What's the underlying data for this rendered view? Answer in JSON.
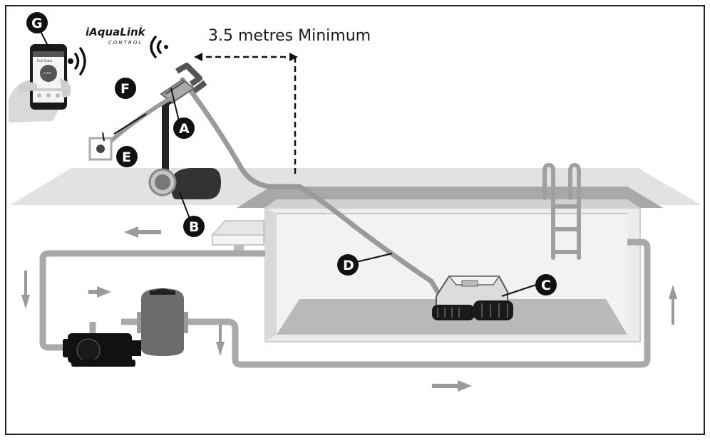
{
  "distance_label": "3.5 metres Minimum",
  "brand": {
    "name": "iAquaLink",
    "trademark": "™",
    "sub": "CONTROL"
  },
  "phone_screen": {
    "header": "Pool Robot",
    "button": "START"
  },
  "labels": {
    "A": "A",
    "B": "B",
    "C": "C",
    "D": "D",
    "E": "E",
    "F": "F",
    "G": "G"
  },
  "icons": [
    "wifi-signal-icon",
    "flow-arrow-icon"
  ],
  "colors": {
    "pipe": "#a9a9a9",
    "pool_wall": "#dedede",
    "water": "#e9e9e9",
    "equipment": "#111111",
    "marker": "#111111"
  }
}
